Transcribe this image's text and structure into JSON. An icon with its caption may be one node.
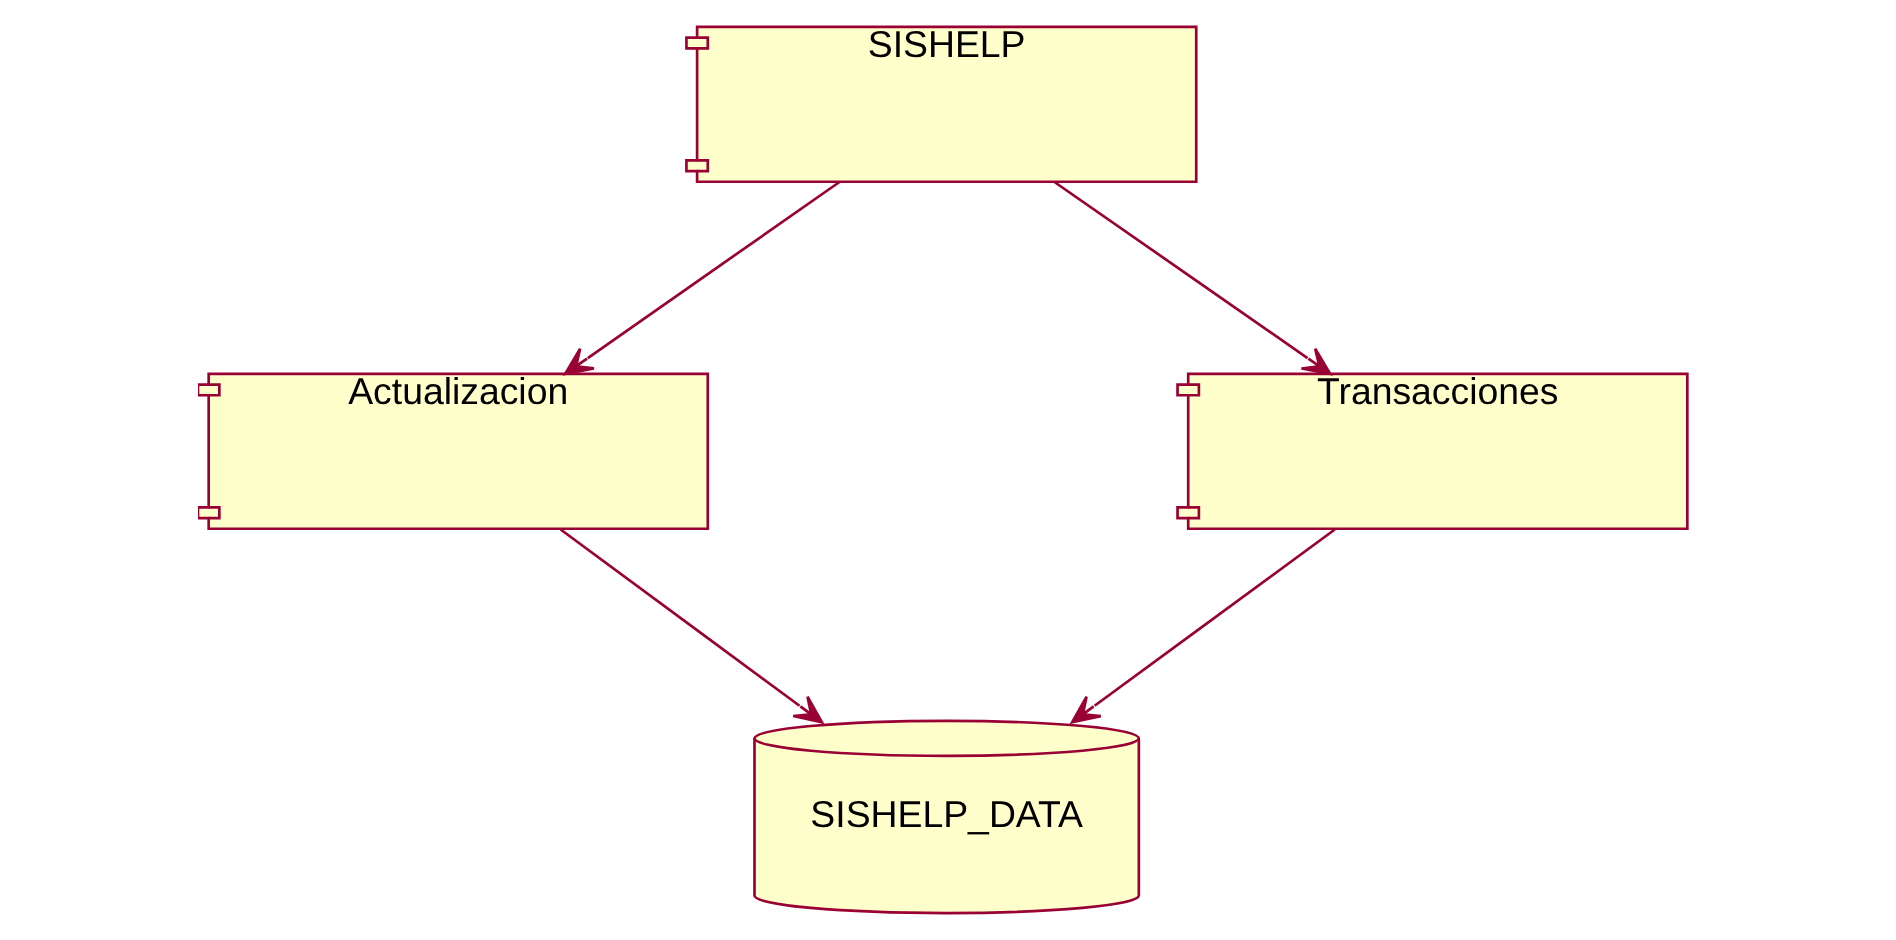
{
  "diagram": {
    "nodes": [
      {
        "text": [
          "SISHELP"
        ]
      },
      {
        "text": [
          "Actualizacion"
        ]
      },
      {
        "text": [
          "Transacciones"
        ]
      },
      {
        "text": [
          "SISHELP_DATA"
        ]
      }
    ],
    "edges": [
      {
        "from": 0,
        "to": 1,
        "arrow": "to"
      },
      {
        "from": 0,
        "to": 2,
        "arrow": "to"
      },
      {
        "from": 1,
        "to": 3,
        "arrow": "to"
      },
      {
        "from": 2,
        "to": 3,
        "arrow": "to"
      }
    ]
  }
}
